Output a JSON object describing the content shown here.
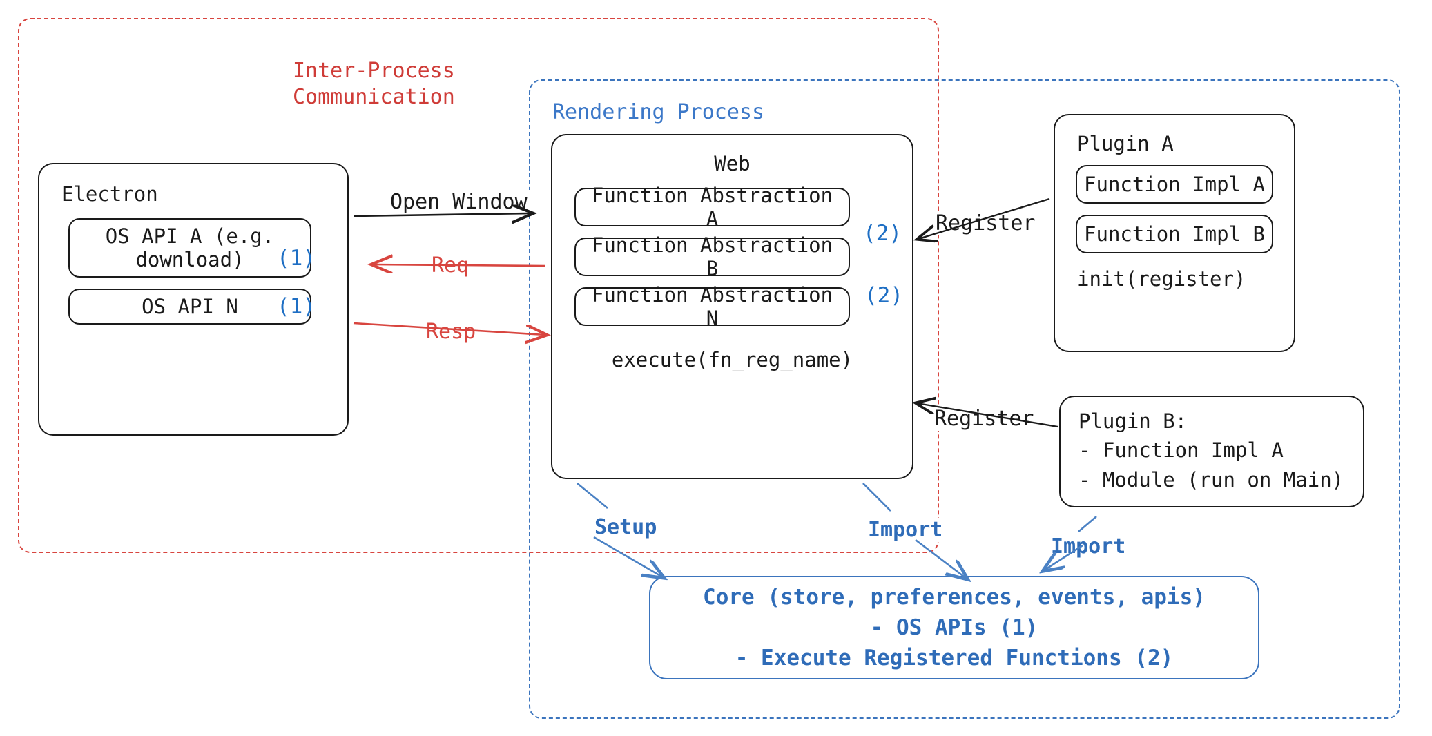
{
  "containers": {
    "ipc": {
      "label": "Inter-Process\nCommunication",
      "color": "#cf3c38",
      "style": "dashed"
    },
    "rendering_process": {
      "label": "Rendering Process",
      "color": "#3c78c8",
      "style": "dashed"
    }
  },
  "electron": {
    "title": "Electron",
    "items": [
      {
        "text": "OS API A (e.g.\ndownload)",
        "marker": "(1)"
      },
      {
        "text": "OS API N",
        "marker": "(1)"
      }
    ]
  },
  "web": {
    "title": "Web",
    "items": [
      {
        "text": "Function Abstraction A",
        "marker": "(2)"
      },
      {
        "text": "Function Abstraction B",
        "marker": "(2)"
      },
      {
        "text": "Function Abstraction N",
        "marker": ""
      }
    ],
    "footer": "execute(fn_reg_name)"
  },
  "plugin_a": {
    "title": "Plugin A",
    "items": [
      {
        "text": "Function Impl A"
      },
      {
        "text": "Function Impl B"
      }
    ],
    "footer": "init(register)"
  },
  "plugin_b": {
    "lines": "Plugin B:\n- Function Impl A\n- Module (run on Main)"
  },
  "core": {
    "line1": "Core (store, preferences, events, apis)",
    "line2": "- OS APIs (1)",
    "line3": "- Execute Registered Functions (2)",
    "color": "#2f6cb8"
  },
  "edges": [
    {
      "id": "open-window",
      "label": "Open Window",
      "color": "#1a1a1a",
      "bold": false
    },
    {
      "id": "req",
      "label": "Req",
      "color": "#d8453f",
      "bold": false
    },
    {
      "id": "resp",
      "label": "Resp",
      "color": "#d8453f",
      "bold": false
    },
    {
      "id": "register-a",
      "label": "Register",
      "color": "#1a1a1a",
      "bold": false
    },
    {
      "id": "register-b",
      "label": "Register",
      "color": "#1a1a1a",
      "bold": false
    },
    {
      "id": "setup",
      "label": "Setup",
      "color": "#2f6cb8",
      "bold": true
    },
    {
      "id": "import-web",
      "label": "Import",
      "color": "#2f6cb8",
      "bold": true
    },
    {
      "id": "import-plugin-b",
      "label": "Import",
      "color": "#2f6cb8",
      "bold": true
    }
  ]
}
